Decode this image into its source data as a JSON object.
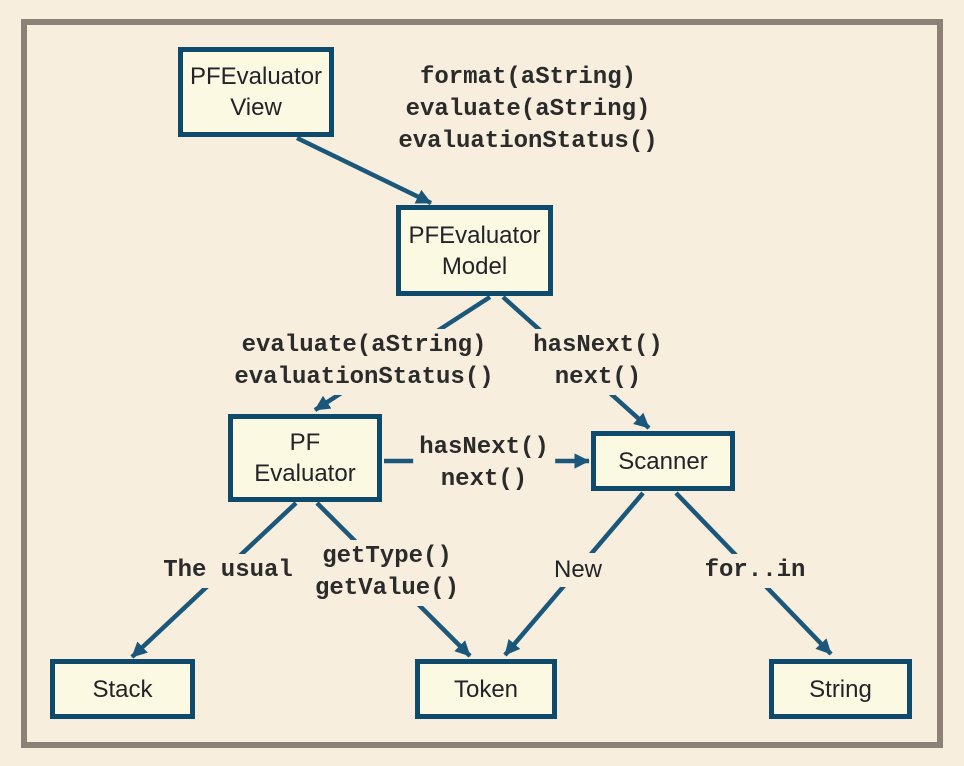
{
  "figure": {
    "type": "class-collaboration-diagram",
    "colors": {
      "background": "#f8eedd",
      "node_fill": "#fbf9e2",
      "node_border": "#0e4a6b",
      "arrow": "#1a577a",
      "frame_border": "#8d8076",
      "node_text": "#232329",
      "label_text": "#2b2b2b"
    },
    "nodes": [
      {
        "id": "pfevaluator-view",
        "label": "PFEvaluator\nView"
      },
      {
        "id": "pfevaluator-model",
        "label": "PFEvaluator\nModel"
      },
      {
        "id": "pf-evaluator",
        "label": "PF\nEvaluator"
      },
      {
        "id": "scanner",
        "label": "Scanner"
      },
      {
        "id": "stack",
        "label": "Stack"
      },
      {
        "id": "token",
        "label": "Token"
      },
      {
        "id": "string",
        "label": "String"
      }
    ],
    "labels": [
      {
        "id": "model-methods",
        "text": "format(aString)\nevaluate(aString)\nevaluationStatus()"
      },
      {
        "id": "evaluator-methods",
        "text": "evaluate(aString)\nevaluationStatus()"
      },
      {
        "id": "scanner-methods-from-model",
        "text": "hasNext()\nnext()"
      },
      {
        "id": "scanner-methods-from-evaluator",
        "text": "hasNext()\nnext()"
      },
      {
        "id": "stack-relation",
        "text": "The usual"
      },
      {
        "id": "token-methods",
        "text": "getType()\ngetValue()"
      },
      {
        "id": "token-relation",
        "text": "New"
      },
      {
        "id": "string-relation",
        "text": "for..in"
      }
    ]
  }
}
